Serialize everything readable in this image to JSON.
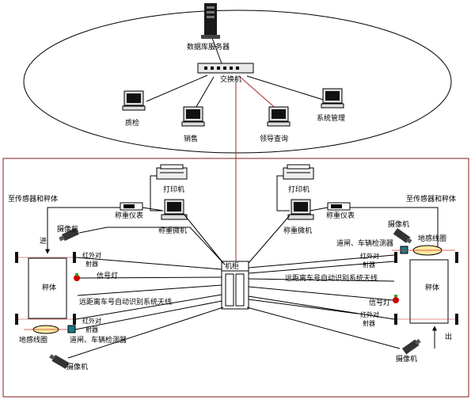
{
  "network": {
    "db_server": "数据库服务器",
    "switch": "交换机",
    "quality": "质检",
    "sales": "销售",
    "query": "领导查询",
    "sysadmin": "系统管理"
  },
  "field": {
    "cabinet": "机柜",
    "printer_left": "打印机",
    "printer_right": "打印机",
    "weigh_meter_left": "称重仪表",
    "weigh_meter_right": "称重仪表",
    "weigh_pc_left": "称重微机",
    "weigh_pc_right": "称重微机",
    "sensor_left": "至传感器和秤体",
    "sensor_right": "至传感器和秤体",
    "scale_left": "秤体",
    "scale_right": "秤体",
    "enter": "进",
    "exit": "出",
    "camera_tl": "摄像机",
    "camera_tr": "摄像机",
    "camera_bl": "摄像机",
    "camera_br": "摄像机",
    "ir_top_left_1": "红外对",
    "ir_top_left_2": "射器",
    "signal_left": "信号灯",
    "antenna_left": "远距离车号自动识别系统天线",
    "ir_bot_left_1": "红外对",
    "ir_bot_left_2": "射器",
    "loop_left": "地感线圈",
    "gate_left": "道闸、车辆检测器",
    "gate_right": "道闸、车辆检测器",
    "loop_right": "地感线圈",
    "ir_top_right_1": "红外对",
    "ir_top_right_2": "射器",
    "antenna_right": "远距离车号自动识别系统天线",
    "signal_right": "信号灯",
    "ir_bot_right_1": "红外对",
    "ir_bot_right_2": "射器"
  },
  "colors": {
    "frame": "#8b1a1a",
    "trunk": "#a52a2a",
    "line": "#000000"
  }
}
